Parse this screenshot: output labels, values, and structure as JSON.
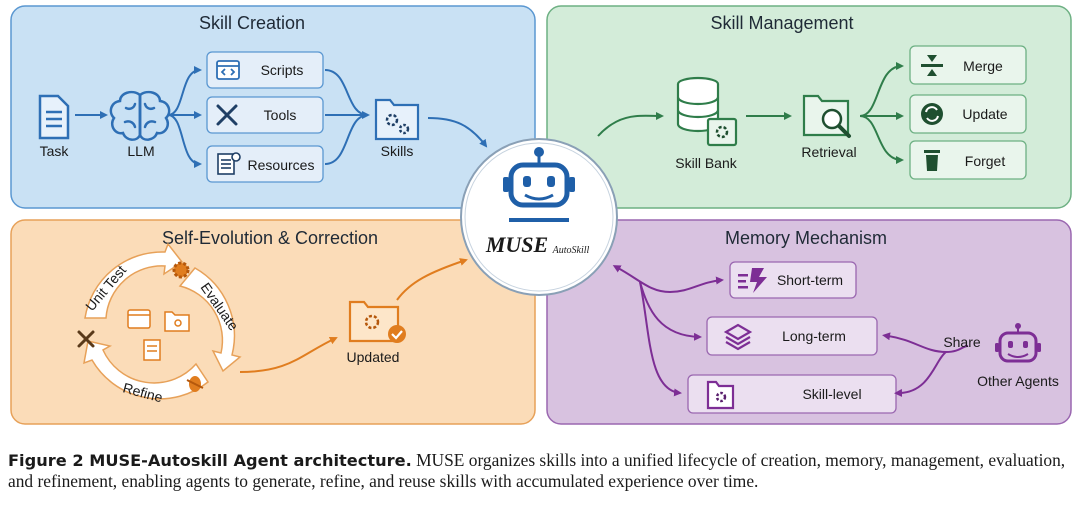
{
  "panels": {
    "skill_creation": {
      "title": "Skill Creation",
      "color": "#c9e1f4",
      "border": "#5a97d1"
    },
    "skill_management": {
      "title": "Skill Management",
      "color": "#d3ecd9",
      "border": "#6db083"
    },
    "self_evolution": {
      "title": "Self-Evolution & Correction",
      "color": "#fbdcb8",
      "border": "#e7a159"
    },
    "memory_mechanism": {
      "title": "Memory Mechanism",
      "color": "#d8c2e0",
      "border": "#9a67b0"
    }
  },
  "skill_creation": {
    "task": "Task",
    "llm": "LLM",
    "scripts": "Scripts",
    "tools": "Tools",
    "resources": "Resources",
    "skills": "Skills"
  },
  "skill_management": {
    "skill_bank": "Skill Bank",
    "retrieval": "Retrieval",
    "merge": "Merge",
    "update": "Update",
    "forget": "Forget"
  },
  "self_evolution": {
    "unit_test": "Unit Test",
    "evaluate": "Evaluate",
    "refine": "Refine",
    "updated": "Updated"
  },
  "memory": {
    "short_term": "Short-term",
    "long_term": "Long-term",
    "skill_level": "Skill-level",
    "share": "Share",
    "other_agents": "Other Agents"
  },
  "center": {
    "logo_main": "MUSE",
    "logo_sub": "AutoSkill"
  },
  "icons": {
    "task": "document-icon",
    "llm": "brain-icon",
    "scripts": "code-window-icon",
    "tools": "wrench-screwdriver-icon",
    "resources": "document-info-icon",
    "skills": "folder-gears-icon",
    "skill_bank": "database-gear-icon",
    "retrieval": "folder-search-icon",
    "merge": "merge-icon",
    "update": "refresh-icon",
    "forget": "trash-icon",
    "short_term": "lightning-icon",
    "long_term": "layers-icon",
    "skill_level": "folder-gear-icon",
    "other_agents": "robot-icon",
    "center": "robot-icon"
  },
  "colors": {
    "blue": "#2e6fb5",
    "green": "#2f7d4a",
    "orange": "#e07d1f",
    "purple": "#7d2e95",
    "robot": "#1f5fa8"
  },
  "caption": {
    "label": "Figure 2  MUSE-Autoskill Agent architecture.",
    "text": " MUSE organizes skills into a unified lifecycle of creation, memory, management, evaluation, and refinement, enabling agents to generate, refine, and reuse skills with accumulated experience over time."
  }
}
